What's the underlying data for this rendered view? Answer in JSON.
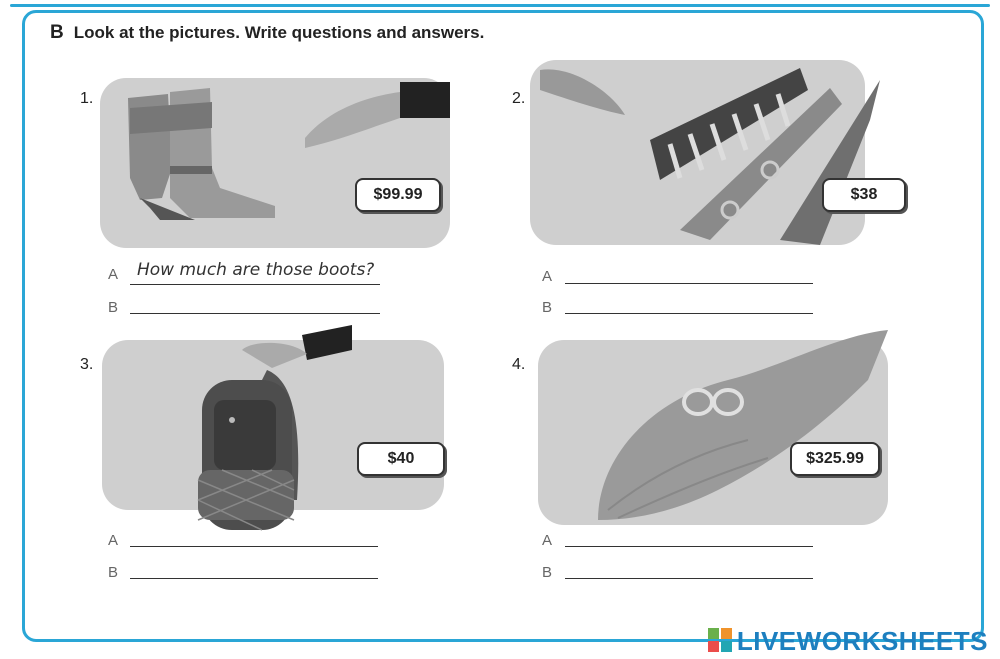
{
  "heading": {
    "letter": "B",
    "text": "Look at the pictures. Write questions and answers."
  },
  "items": [
    {
      "number": "1.",
      "price": "$99.99",
      "a_label": "A",
      "b_label": "B",
      "a_answer": "How much are those boots?"
    },
    {
      "number": "2.",
      "price": "$38",
      "a_label": "A",
      "b_label": "B"
    },
    {
      "number": "3.",
      "price": "$40",
      "a_label": "A",
      "b_label": "B"
    },
    {
      "number": "4.",
      "price": "$325.99",
      "a_label": "A",
      "b_label": "B"
    }
  ],
  "brand": {
    "name": "LIVEWORKSHEETS"
  }
}
